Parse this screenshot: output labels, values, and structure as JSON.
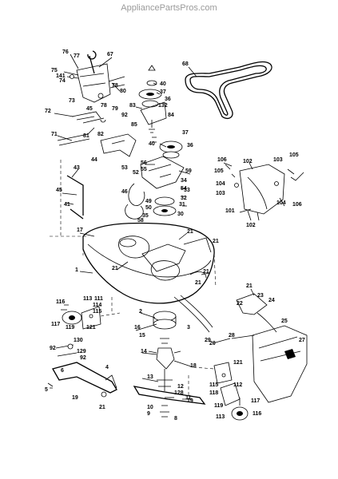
{
  "watermark": "AppliancePartsPros.com",
  "callouts": [
    {
      "id": "c76",
      "text": "76"
    },
    {
      "id": "c77",
      "text": "77"
    },
    {
      "id": "c67",
      "text": "67"
    },
    {
      "id": "c75",
      "text": "75"
    },
    {
      "id": "c141",
      "text": "141"
    },
    {
      "id": "c74",
      "text": "74"
    },
    {
      "id": "c68",
      "text": "68"
    },
    {
      "id": "c40a",
      "text": "40"
    },
    {
      "id": "c37a",
      "text": "37"
    },
    {
      "id": "c36a",
      "text": "36"
    },
    {
      "id": "c132",
      "text": "132"
    },
    {
      "id": "c83",
      "text": "83"
    },
    {
      "id": "c80",
      "text": "80"
    },
    {
      "id": "c78a",
      "text": "78"
    },
    {
      "id": "c73",
      "text": "73"
    },
    {
      "id": "c72",
      "text": "72"
    },
    {
      "id": "c45a",
      "text": "45"
    },
    {
      "id": "c78b",
      "text": "78"
    },
    {
      "id": "c79",
      "text": "79"
    },
    {
      "id": "c92a",
      "text": "92"
    },
    {
      "id": "c84",
      "text": "84"
    },
    {
      "id": "c85",
      "text": "85"
    },
    {
      "id": "c71",
      "text": "71"
    },
    {
      "id": "c81",
      "text": "81"
    },
    {
      "id": "c82",
      "text": "82"
    },
    {
      "id": "c37b",
      "text": "37"
    },
    {
      "id": "c40b",
      "text": "40"
    },
    {
      "id": "c36b",
      "text": "36"
    },
    {
      "id": "c106a",
      "text": "106"
    },
    {
      "id": "c105a",
      "text": "105"
    },
    {
      "id": "c102a",
      "text": "102"
    },
    {
      "id": "c103a",
      "text": "103"
    },
    {
      "id": "c105b",
      "text": "105"
    },
    {
      "id": "c44",
      "text": "44"
    },
    {
      "id": "c56",
      "text": "56"
    },
    {
      "id": "c55",
      "text": "55"
    },
    {
      "id": "c59",
      "text": "59"
    },
    {
      "id": "c53",
      "text": "53"
    },
    {
      "id": "c52",
      "text": "52"
    },
    {
      "id": "c34",
      "text": "34"
    },
    {
      "id": "c43",
      "text": "43"
    },
    {
      "id": "c104a",
      "text": "104"
    },
    {
      "id": "c103b",
      "text": "103"
    },
    {
      "id": "c104b",
      "text": "104"
    },
    {
      "id": "c106b",
      "text": "106"
    },
    {
      "id": "c101",
      "text": "101"
    },
    {
      "id": "c102b",
      "text": "102"
    },
    {
      "id": "c54",
      "text": "54"
    },
    {
      "id": "c33",
      "text": "33"
    },
    {
      "id": "c46",
      "text": "46"
    },
    {
      "id": "c32",
      "text": "32"
    },
    {
      "id": "c45b",
      "text": "45"
    },
    {
      "id": "c49",
      "text": "49"
    },
    {
      "id": "c50",
      "text": "50"
    },
    {
      "id": "c31",
      "text": "31"
    },
    {
      "id": "c41",
      "text": "41"
    },
    {
      "id": "c35",
      "text": "35"
    },
    {
      "id": "c30",
      "text": "30"
    },
    {
      "id": "c58",
      "text": "58"
    },
    {
      "id": "c21a",
      "text": "21"
    },
    {
      "id": "c17",
      "text": "17"
    },
    {
      "id": "c21b",
      "text": "21"
    },
    {
      "id": "c1",
      "text": "1"
    },
    {
      "id": "c21c",
      "text": "21"
    },
    {
      "id": "c21d",
      "text": "21"
    },
    {
      "id": "c21e",
      "text": "21"
    },
    {
      "id": "c21f",
      "text": "21"
    },
    {
      "id": "c23",
      "text": "23"
    },
    {
      "id": "c22",
      "text": "22"
    },
    {
      "id": "c24",
      "text": "24"
    },
    {
      "id": "c116a",
      "text": "116"
    },
    {
      "id": "c113a",
      "text": "113"
    },
    {
      "id": "c111",
      "text": "111"
    },
    {
      "id": "c114",
      "text": "114"
    },
    {
      "id": "c115a",
      "text": "115"
    },
    {
      "id": "c2",
      "text": "2"
    },
    {
      "id": "c25",
      "text": "25"
    },
    {
      "id": "c117a",
      "text": "117"
    },
    {
      "id": "c119a",
      "text": "119"
    },
    {
      "id": "c121a",
      "text": "121"
    },
    {
      "id": "c16",
      "text": "16"
    },
    {
      "id": "c3",
      "text": "3"
    },
    {
      "id": "c130",
      "text": "130"
    },
    {
      "id": "c15",
      "text": "15"
    },
    {
      "id": "c28",
      "text": "28"
    },
    {
      "id": "c27",
      "text": "27"
    },
    {
      "id": "c92b",
      "text": "92"
    },
    {
      "id": "c129",
      "text": "129"
    },
    {
      "id": "c92c",
      "text": "92"
    },
    {
      "id": "c20",
      "text": "20"
    },
    {
      "id": "c29",
      "text": "29"
    },
    {
      "id": "c14",
      "text": "14"
    },
    {
      "id": "c6",
      "text": "6"
    },
    {
      "id": "c4",
      "text": "4"
    },
    {
      "id": "c18",
      "text": "18"
    },
    {
      "id": "c121b",
      "text": "121"
    },
    {
      "id": "c5",
      "text": "5"
    },
    {
      "id": "c19a",
      "text": "19"
    },
    {
      "id": "c13",
      "text": "13"
    },
    {
      "id": "c12",
      "text": "12"
    },
    {
      "id": "c128",
      "text": "128"
    },
    {
      "id": "c115b",
      "text": "115"
    },
    {
      "id": "c118",
      "text": "118"
    },
    {
      "id": "c112",
      "text": "112"
    },
    {
      "id": "c21g",
      "text": "21"
    },
    {
      "id": "c19b",
      "text": "19"
    },
    {
      "id": "c11",
      "text": "11"
    },
    {
      "id": "c119b",
      "text": "119"
    },
    {
      "id": "c117b",
      "text": "117"
    },
    {
      "id": "c10",
      "text": "10"
    },
    {
      "id": "c9",
      "text": "9"
    },
    {
      "id": "c8",
      "text": "8"
    },
    {
      "id": "c113b",
      "text": "113"
    },
    {
      "id": "c116b",
      "text": "116"
    }
  ]
}
